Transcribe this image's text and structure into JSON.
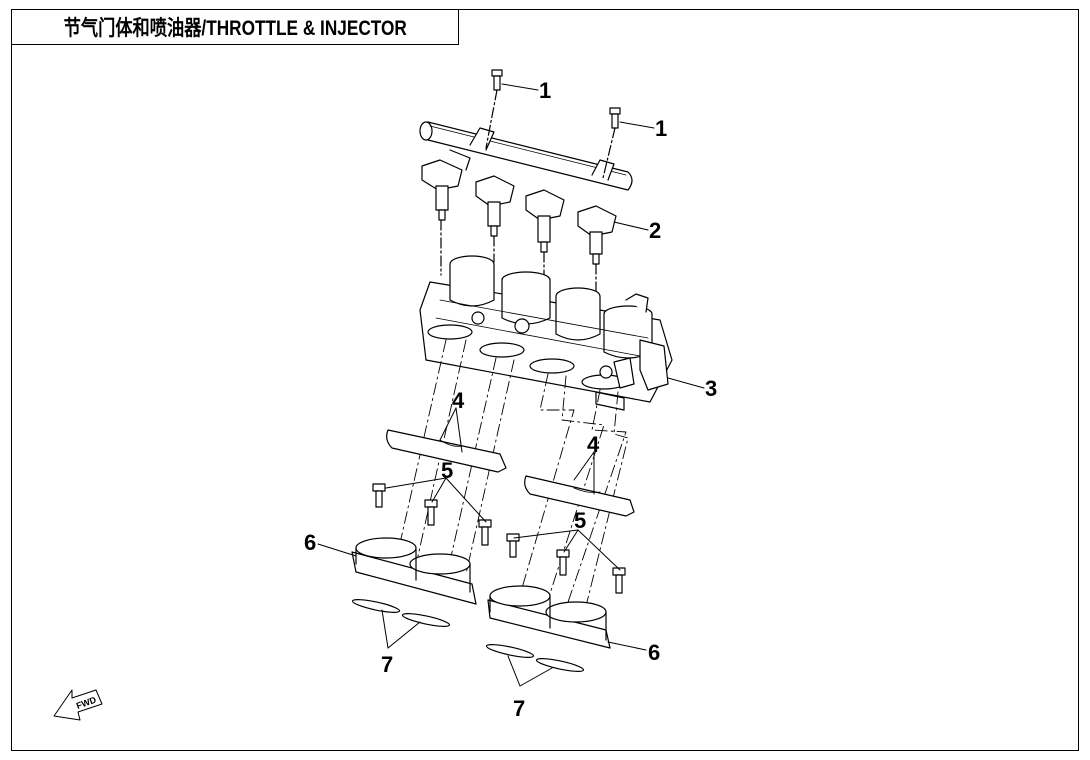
{
  "title": "节气门体和喷油器/THROTTLE & INJECTOR",
  "callouts": {
    "c1a": "1",
    "c1b": "1",
    "c2": "2",
    "c3": "3",
    "c4a": "4",
    "c4b": "4",
    "c5a": "5",
    "c5b": "5",
    "c6a": "6",
    "c6b": "6",
    "c7a": "7",
    "c7b": "7"
  },
  "fwd_label": "FWD",
  "colors": {
    "line": "#000000",
    "background": "#ffffff",
    "shade": "#e6e6e6"
  }
}
